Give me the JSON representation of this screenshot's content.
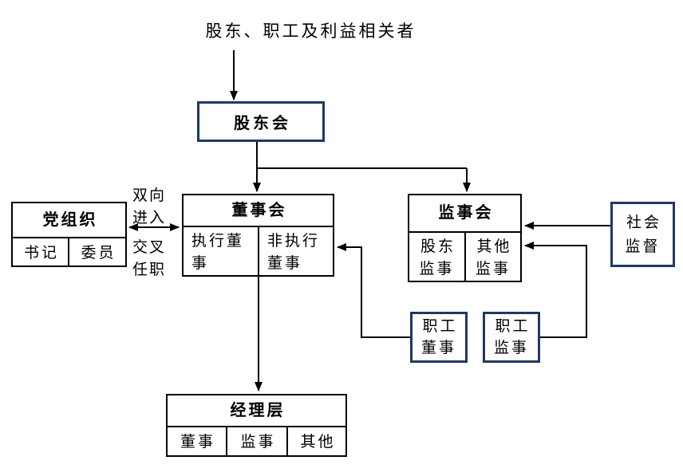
{
  "diagram": {
    "top_label": "股东、职工及利益相关者",
    "shareholders_meeting": {
      "label": "股东会"
    },
    "party_org": {
      "label": "党组织",
      "cells": [
        "书记",
        "委员"
      ]
    },
    "board_of_directors": {
      "label": "董事会",
      "cells": [
        "执行董事",
        "非执行董事"
      ]
    },
    "board_of_supervisors": {
      "label": "监事会",
      "cells": [
        "股东监事",
        "其他监事"
      ]
    },
    "social_supervision": {
      "label": "社会监督"
    },
    "employee_director": {
      "label": "职工董事"
    },
    "employee_supervisor": {
      "label": "职工监事"
    },
    "management": {
      "label": "经理层",
      "cells": [
        "董事",
        "监事",
        "其他"
      ]
    },
    "relation_labels": {
      "two_way_entry": "双向进入",
      "cross_posting": "交叉任职"
    }
  },
  "colors": {
    "navy_border": "#1f3864",
    "black_border": "#000000",
    "line": "#000000",
    "background": "#ffffff",
    "text": "#000000"
  }
}
